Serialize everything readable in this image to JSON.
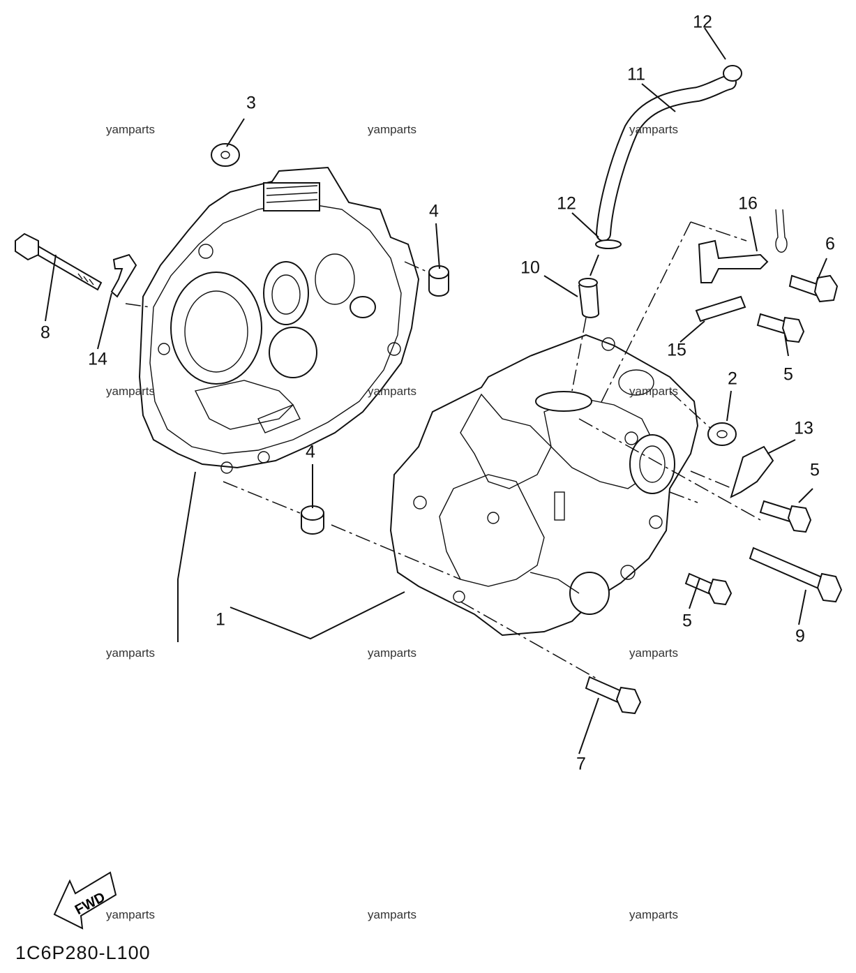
{
  "diagram": {
    "callouts": [
      "1",
      "2",
      "3",
      "4",
      "4",
      "5",
      "5",
      "5",
      "6",
      "7",
      "8",
      "9",
      "10",
      "11",
      "12",
      "12",
      "13",
      "14",
      "15",
      "16"
    ],
    "watermark": "yamparts",
    "fwd_label": "FWD",
    "diagram_code": "1C6P280-L100"
  }
}
